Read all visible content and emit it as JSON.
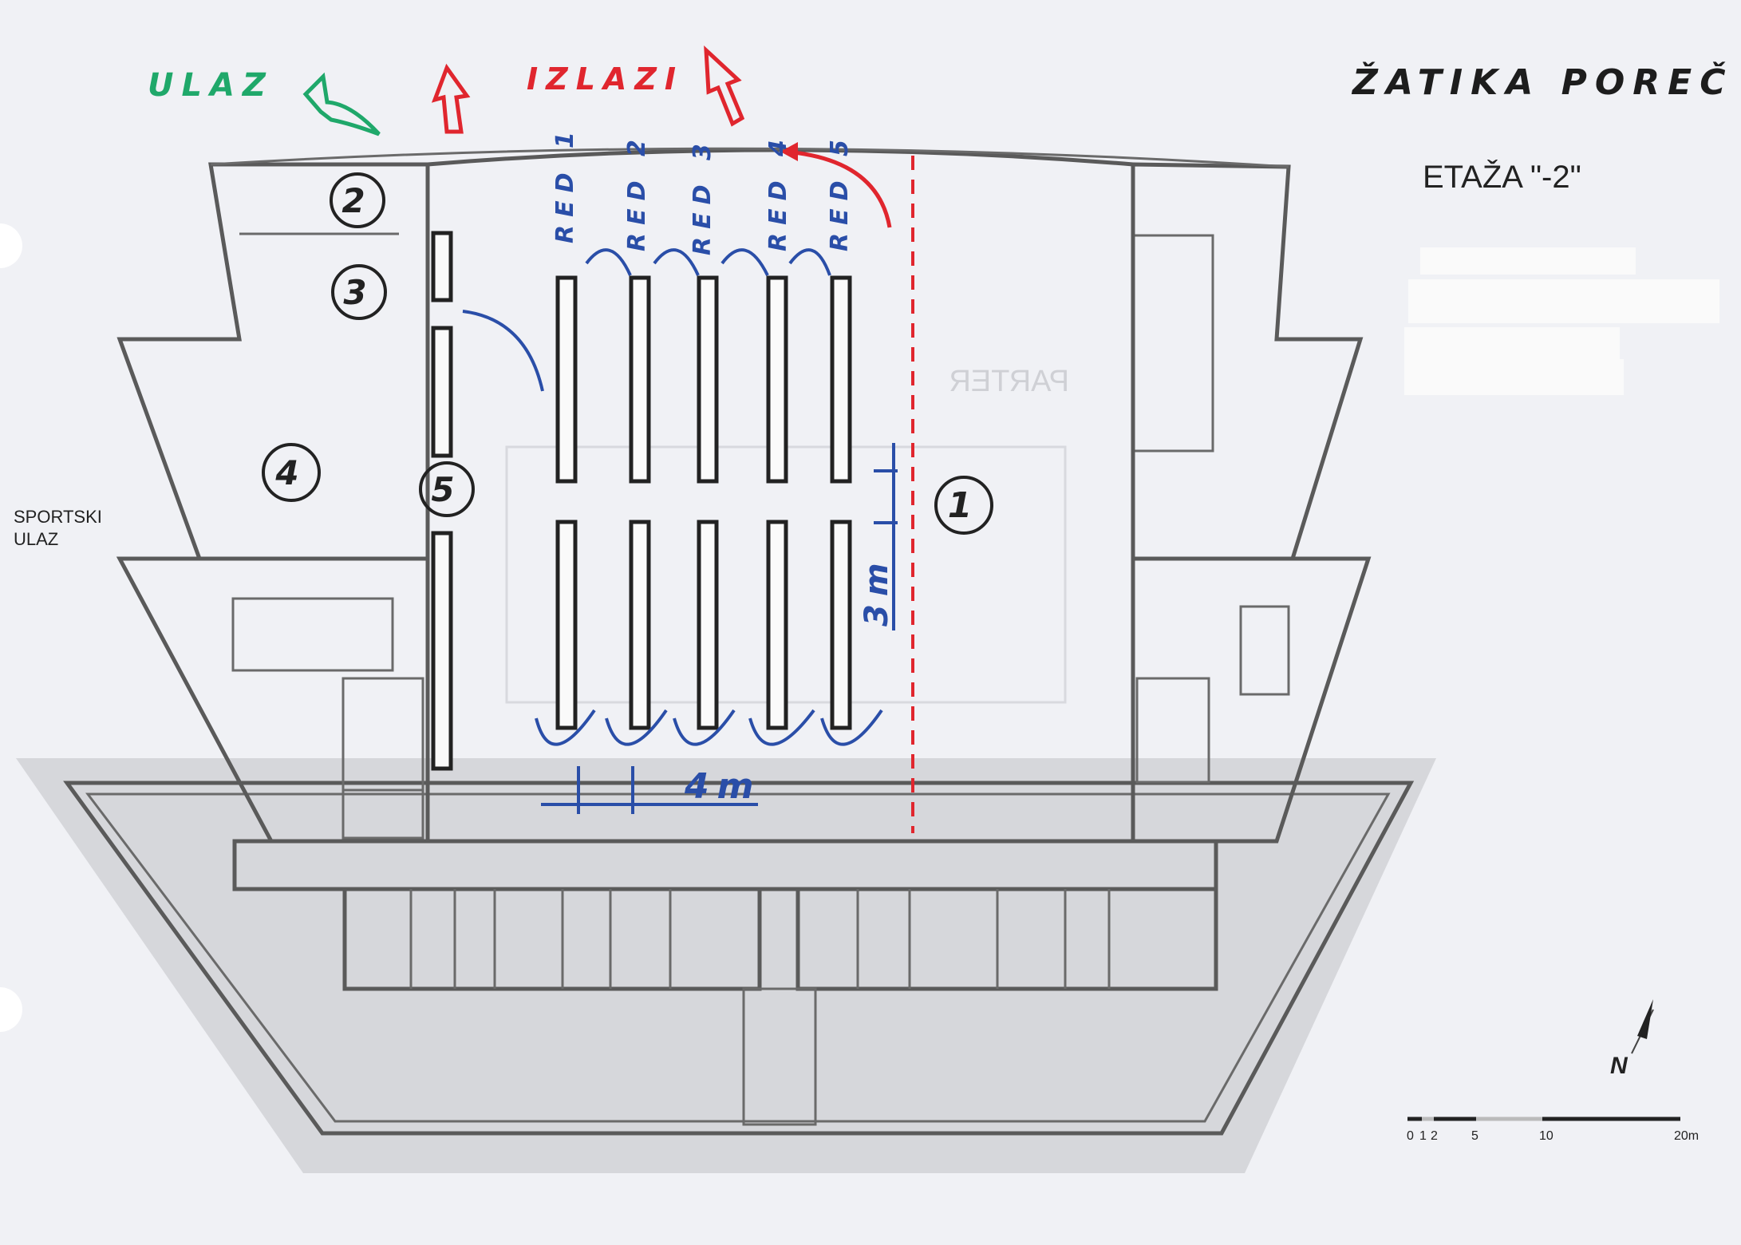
{
  "header": {
    "title": "ŽATIKA POREČ",
    "floor": "ETAŽA \"-2\""
  },
  "entrances": {
    "entry": "ULAZ",
    "exits": "IZLAZI",
    "sports_entry_line1": "SPORTSKI",
    "sports_entry_line2": "ULAZ"
  },
  "rows": [
    "RED 1",
    "RED 2",
    "RED 3",
    "RED 4",
    "RED 5"
  ],
  "rooms": [
    "1",
    "2",
    "3",
    "4",
    "5"
  ],
  "dimensions": {
    "row_gap": "3m",
    "column_gap": "4m"
  },
  "background_text": "PARTER",
  "scale_bar": {
    "ticks": [
      "0",
      "1",
      "2",
      "5",
      "10",
      "20m"
    ]
  },
  "north_label": "N",
  "colors": {
    "entry": "#1fa86a",
    "exit": "#e0262e",
    "annotation": "#2a4ea8",
    "ink": "#222222"
  }
}
